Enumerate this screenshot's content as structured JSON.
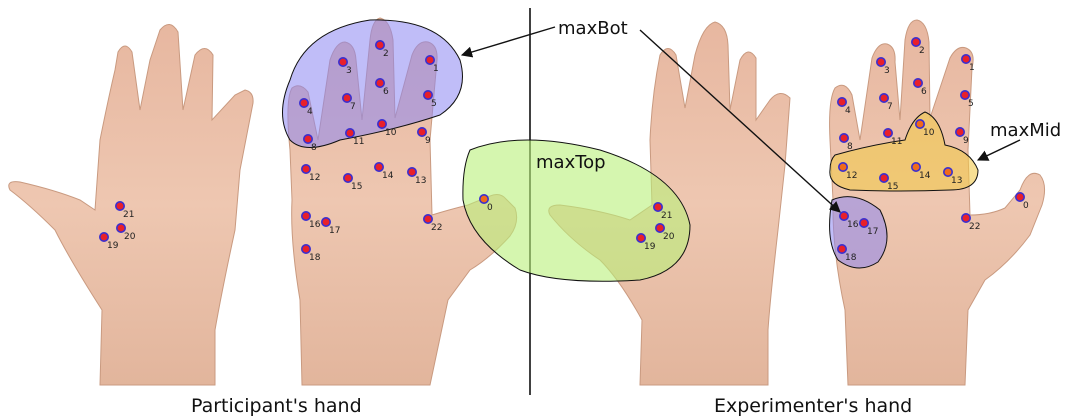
{
  "captions": {
    "left": "Participant's hand",
    "right": "Experimenter's hand"
  },
  "regions": {
    "max_bot": "maxBot",
    "max_top": "maxTop",
    "max_mid": "maxMid"
  },
  "colors": {
    "skin": "#e9c2a9",
    "skin_shadow": "#c99a80",
    "point_fill": "#e8202a",
    "point_ring": "#3a2fd0",
    "point_orange": "#f06a1a",
    "max_bot": "#8c86f2",
    "max_top": "#b9f07a",
    "max_mid": "#f2c94c"
  },
  "point_sets": {
    "participant_back": [
      "19",
      "20",
      "21"
    ],
    "participant_palm": [
      "0",
      "1",
      "2",
      "3",
      "4",
      "5",
      "6",
      "7",
      "8",
      "9",
      "10",
      "11",
      "12",
      "13",
      "14",
      "15",
      "16",
      "17",
      "18",
      "22"
    ],
    "experimenter_back": [
      "19",
      "20",
      "21"
    ],
    "experimenter_palm": [
      "0",
      "1",
      "2",
      "3",
      "4",
      "5",
      "6",
      "7",
      "8",
      "9",
      "10",
      "11",
      "12",
      "13",
      "14",
      "15",
      "16",
      "17",
      "18",
      "22"
    ]
  }
}
